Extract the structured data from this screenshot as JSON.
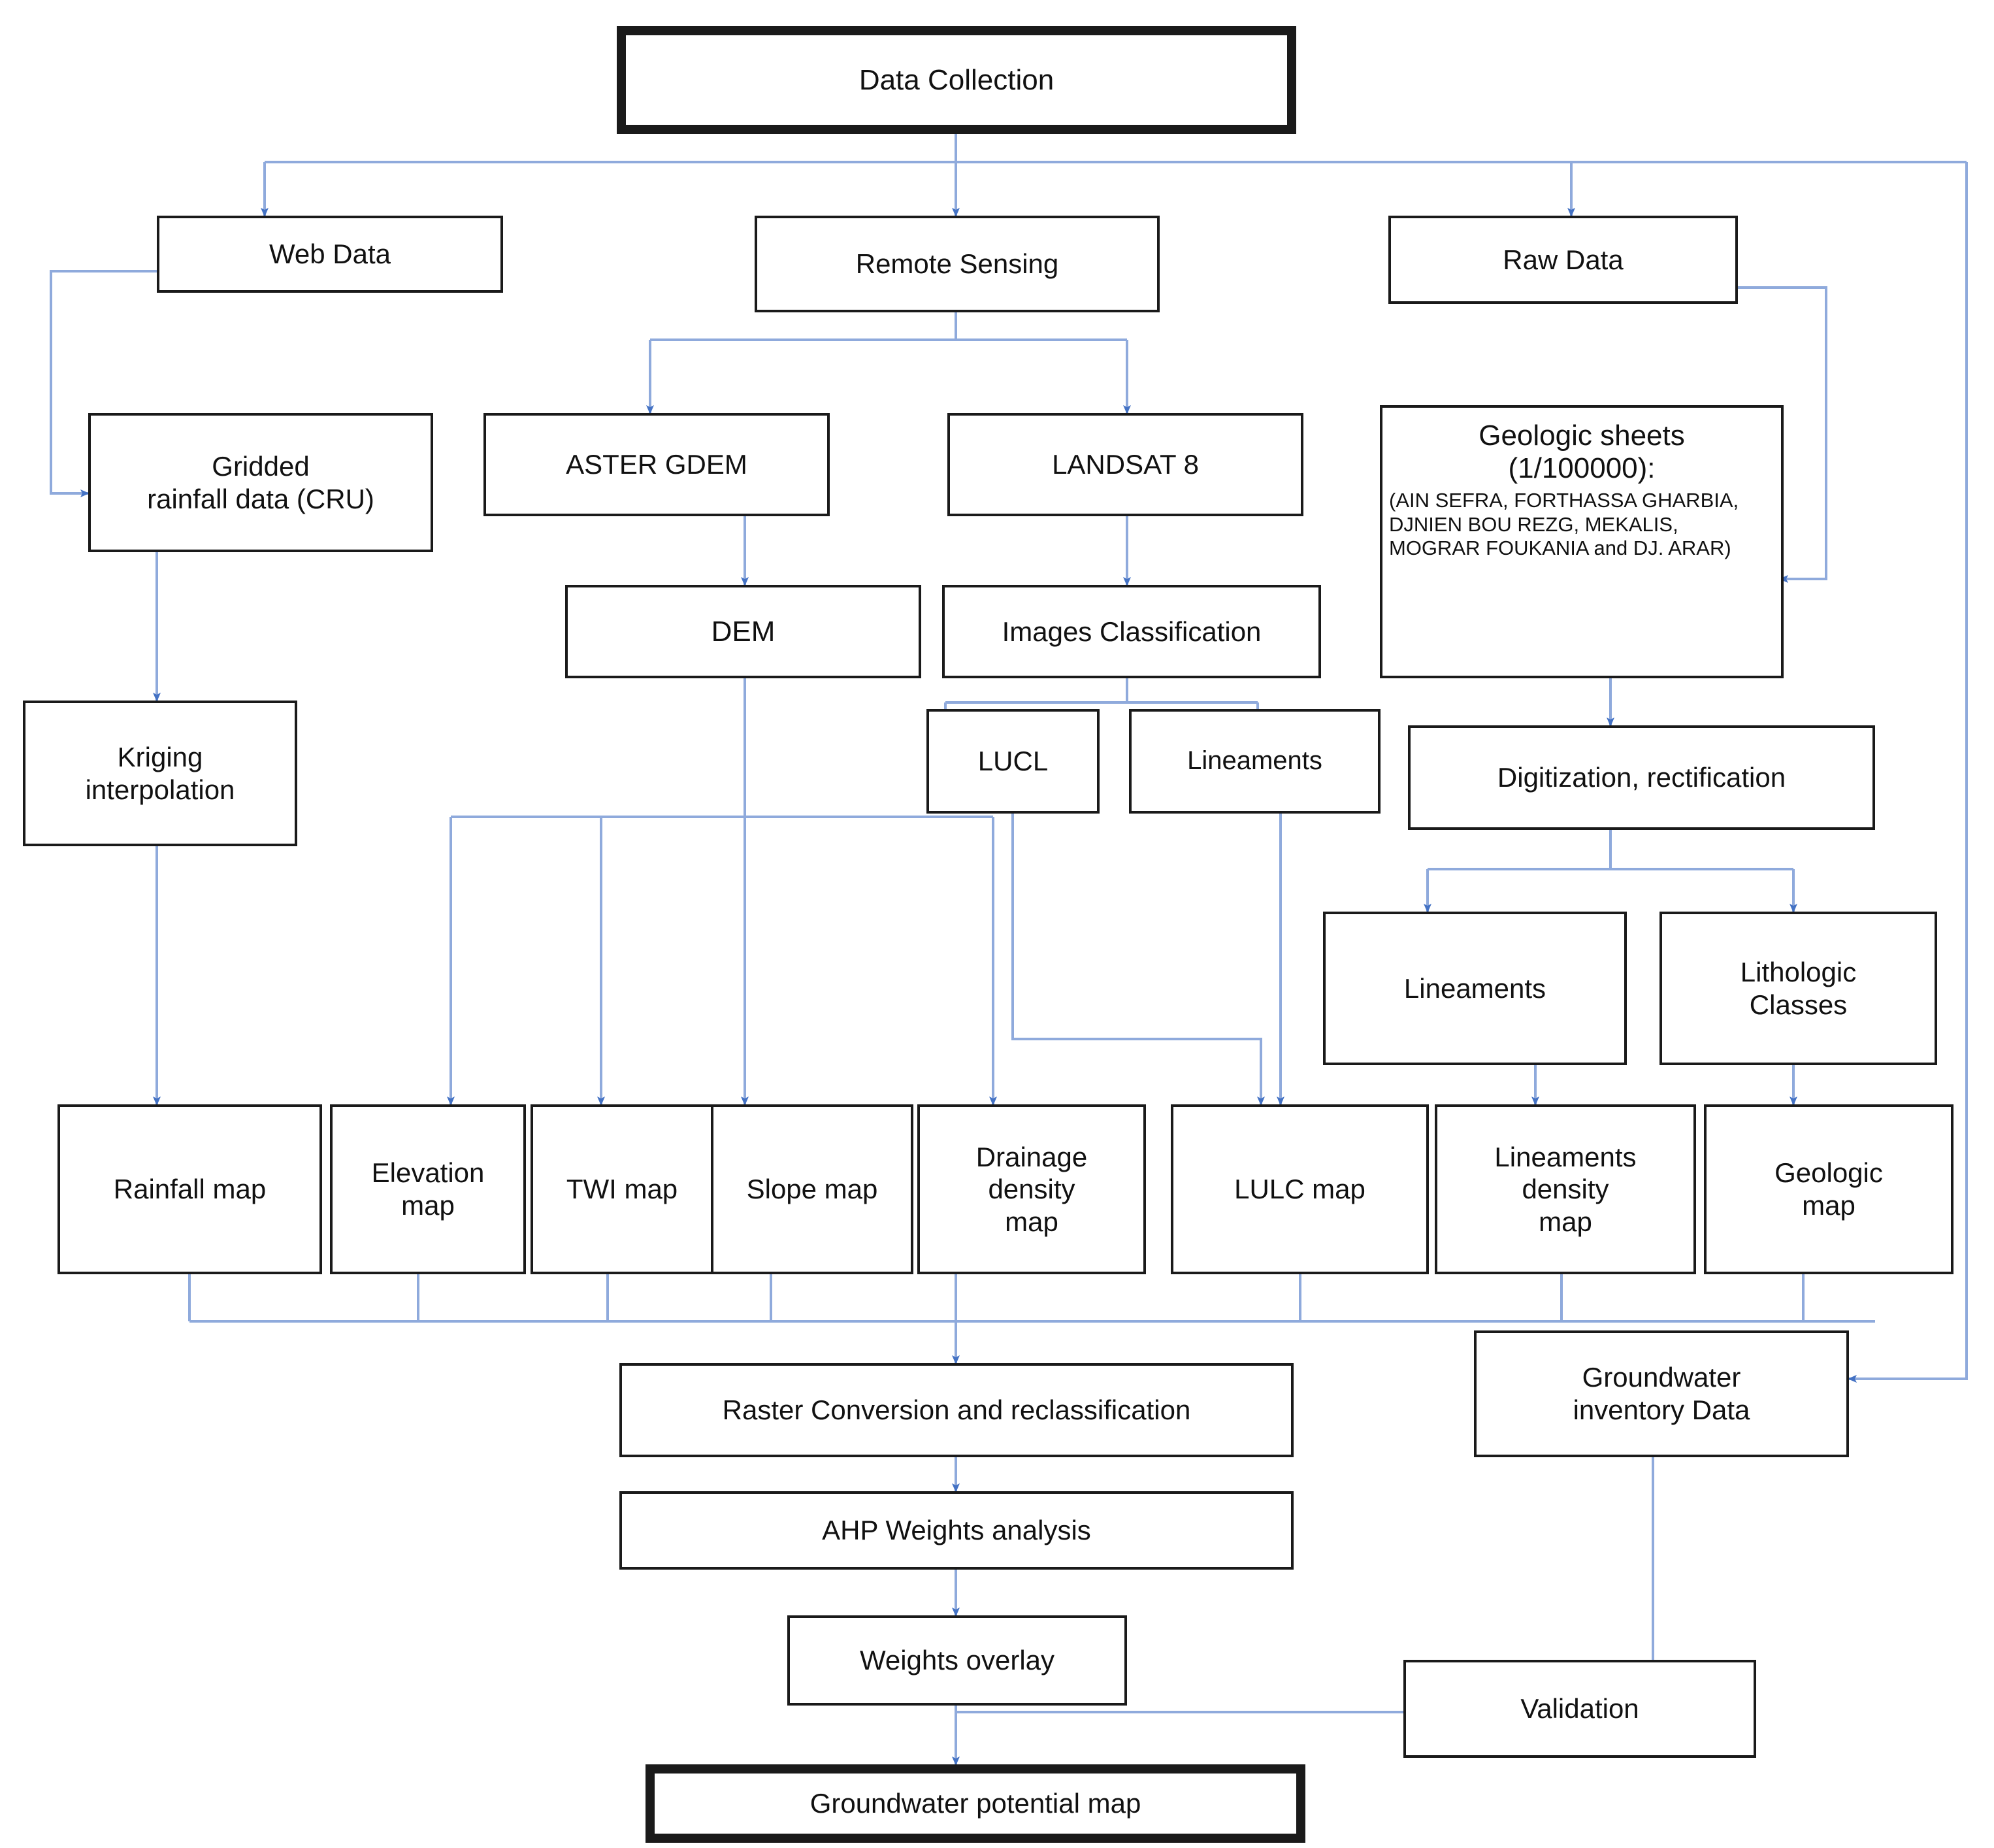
{
  "diagram": {
    "title": "Groundwater potential mapping workflow",
    "accent_color": "#4472c4",
    "wire_color": "#8faadc",
    "box_border_color": "#1a1a1a",
    "background": "#ffffff"
  },
  "nodes": {
    "data_collection": "Data Collection",
    "web_data": "Web Data",
    "remote_sensing": "Remote Sensing",
    "raw_data": "Raw Data",
    "gridded_rainfall": "Gridded\nrainfall data (CRU)",
    "aster_gdem": "ASTER GDEM",
    "landsat8": "LANDSAT 8",
    "geologic_sheets_title": "Geologic sheets\n(1/100000):",
    "geologic_sheets_list": "(AIN SEFRA, FORTHASSA GHARBIA, DJNIEN BOU REZG, MEKALIS, MOGRAR FOUKANIA and DJ. ARAR)",
    "dem": "DEM",
    "images_classification": "Images Classification",
    "lucl": "LUCL",
    "lineaments_rs": "Lineaments",
    "digitization": "Digitization, rectification",
    "kriging": "Kriging\ninterpolation",
    "lineaments_geo": "Lineaments",
    "lithologic_classes": "Lithologic\nClasses",
    "rainfall_map": "Rainfall map",
    "elevation_map": "Elevation\nmap",
    "twi_map": "TWI map",
    "slope_map": "Slope map",
    "drainage_density_map": "Drainage\ndensity\nmap",
    "lulc_map": "LULC map",
    "lineaments_density_map": "Lineaments\ndensity\nmap",
    "geologic_map": "Geologic\nmap",
    "raster_conversion": "Raster Conversion and reclassification",
    "ahp_weights": "AHP Weights analysis",
    "weights_overlay": "Weights overlay",
    "groundwater_inventory": "Groundwater\ninventory Data",
    "validation": "Validation",
    "groundwater_potential_map": "Groundwater potential map"
  }
}
